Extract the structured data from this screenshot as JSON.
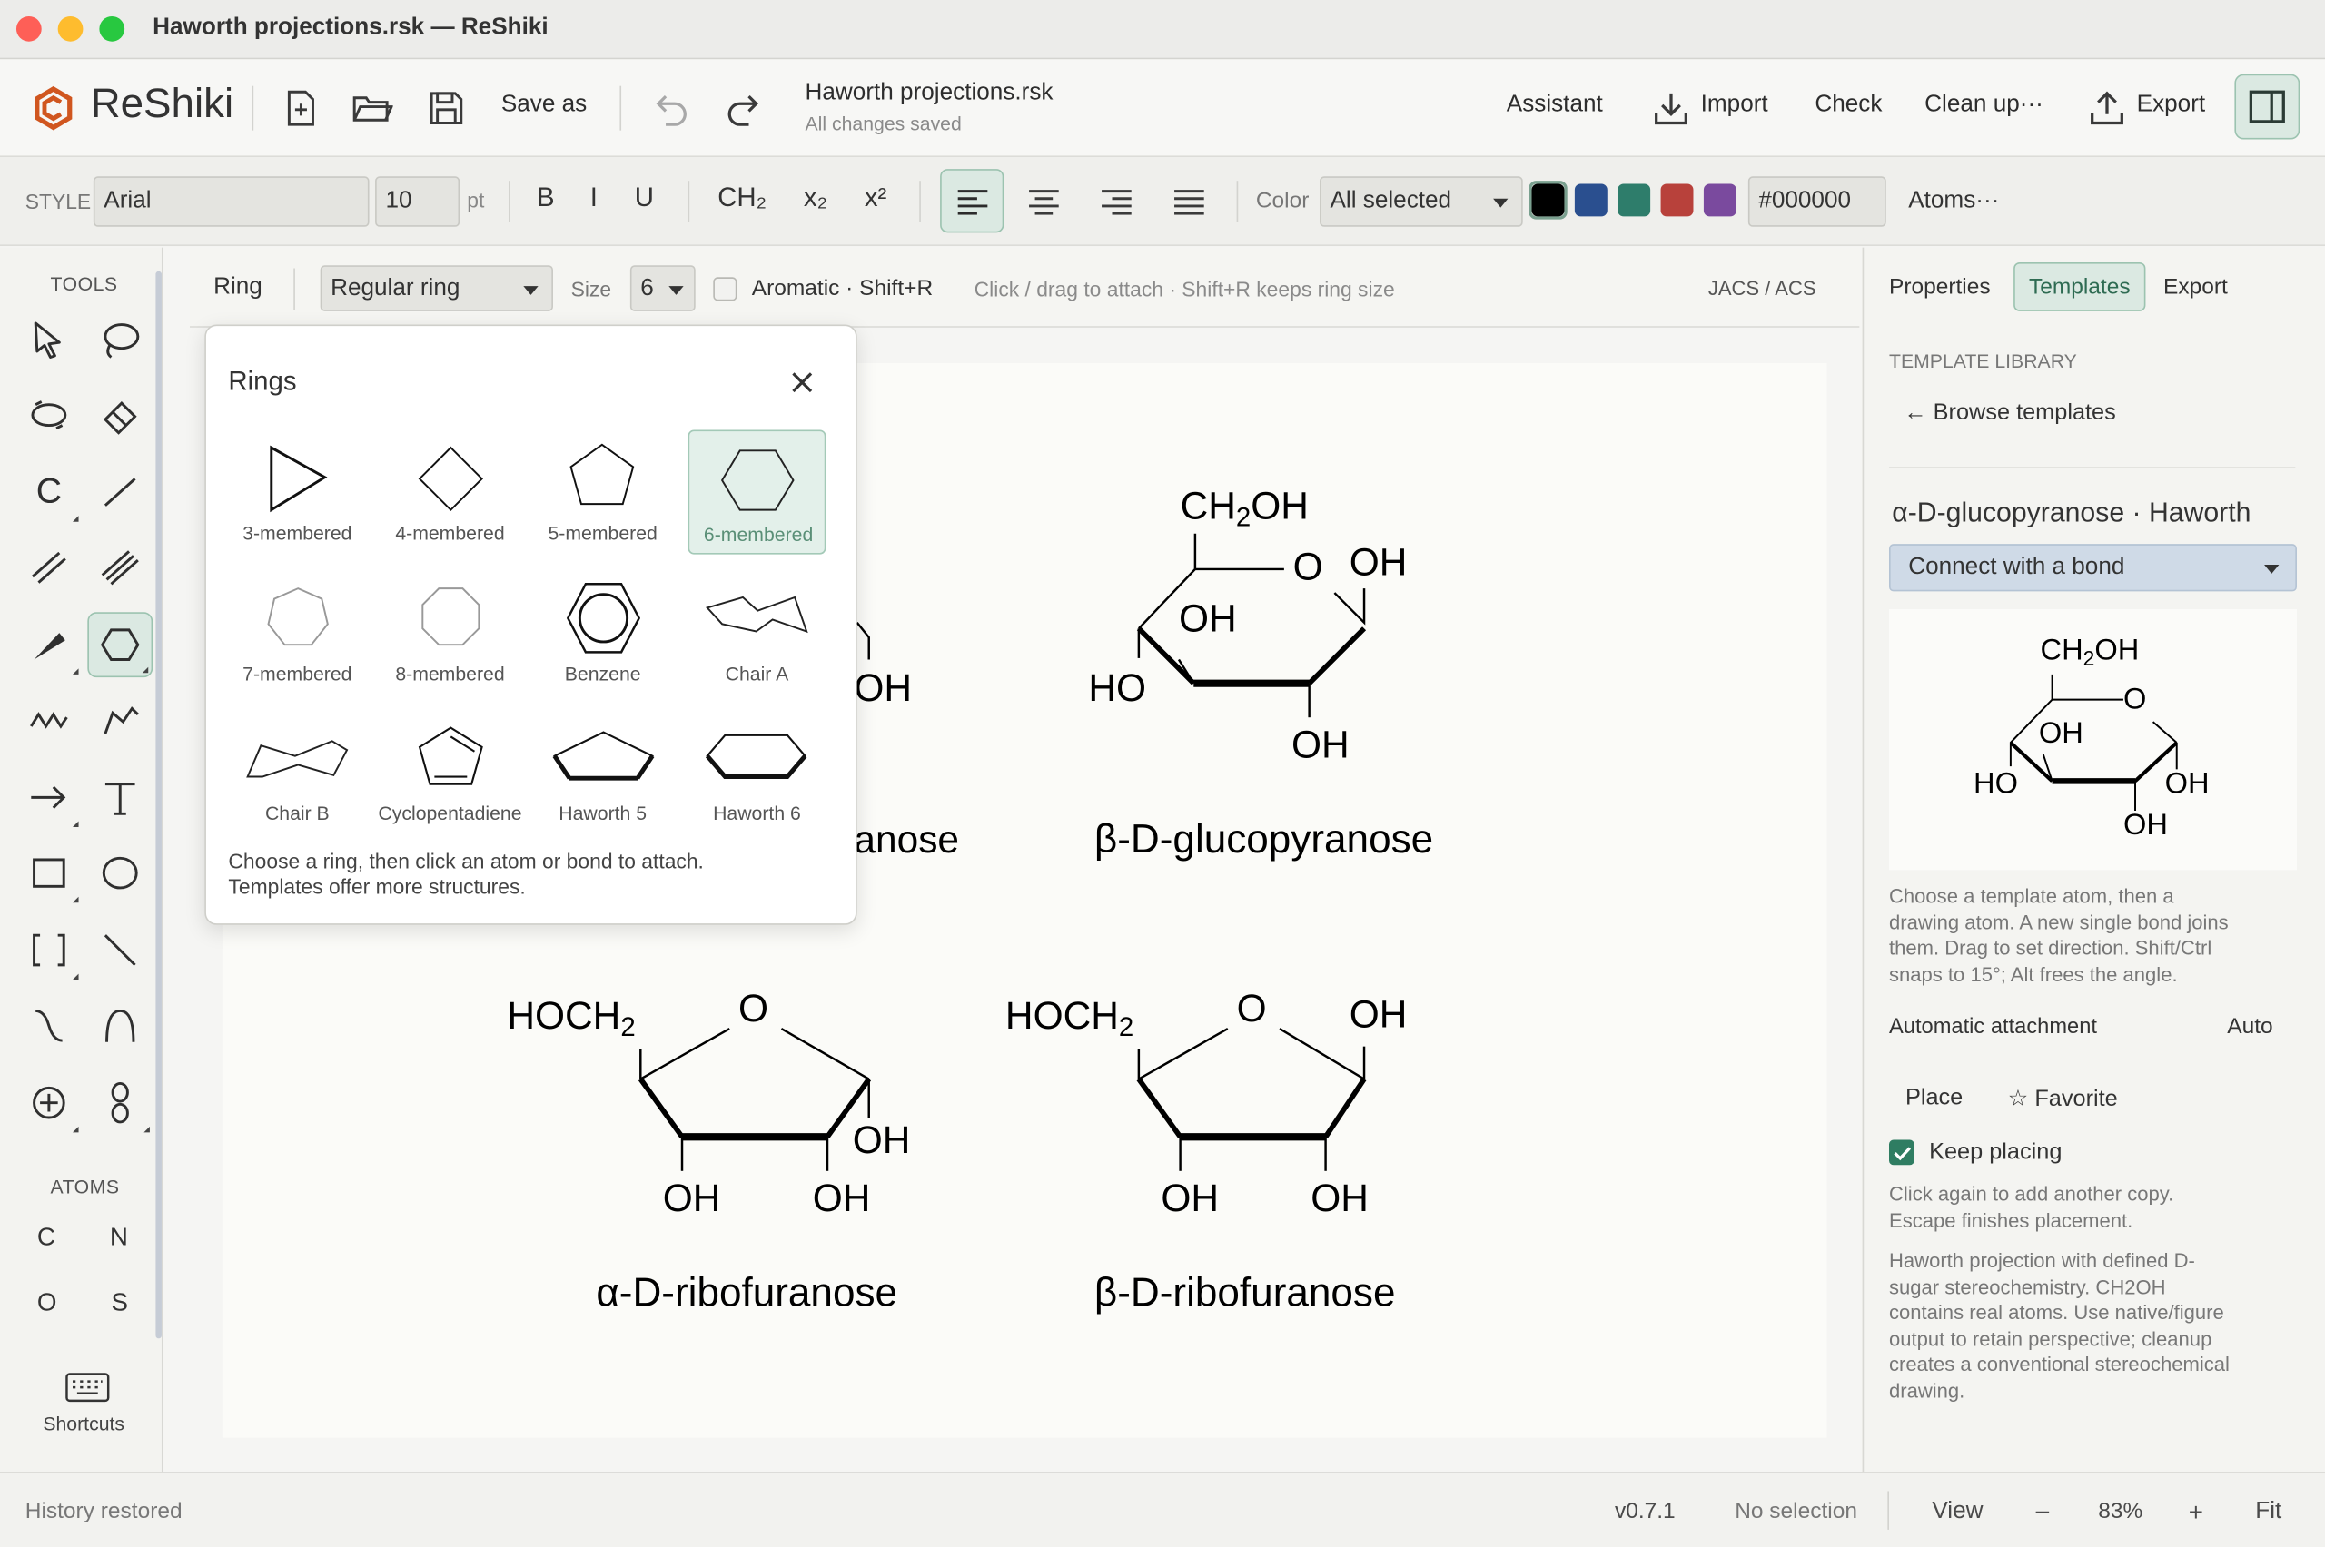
{
  "window": {
    "title": "Haworth projections.rsk — ReShiki"
  },
  "app": {
    "name": "ReShiki",
    "accent": "#d0561f"
  },
  "toolbar": {
    "save_as": "Save as",
    "file_name": "Haworth projections.rsk",
    "save_status": "All changes saved",
    "assistant": "Assistant",
    "import": "Import",
    "check": "Check",
    "cleanup": "Clean up···",
    "export": "Export"
  },
  "style": {
    "label": "STYLE",
    "font": "Arial",
    "size": "10",
    "unit": "pt",
    "bold": "B",
    "italic": "I",
    "underline": "U",
    "ch2": "CH₂",
    "subscript": "x₂",
    "superscript": "x²",
    "color_label": "Color",
    "color_scope": "All selected",
    "hex": "#000000",
    "atoms": "Atoms···",
    "swatches": [
      "#000000",
      "#2a4f8f",
      "#2e7d6b",
      "#b8413b",
      "#7a4a9e"
    ]
  },
  "tools": {
    "title": "TOOLS",
    "atoms_title": "ATOMS",
    "atoms": [
      "C",
      "N",
      "O",
      "S"
    ],
    "shortcuts": "Shortcuts"
  },
  "ringbar": {
    "label": "Ring",
    "type": "Regular ring",
    "size_label": "Size",
    "size": "6",
    "aromatic": "Aromatic · Shift+R",
    "hint": "Click / drag to attach · Shift+R keeps ring size",
    "style": "JACS / ACS"
  },
  "popup": {
    "title": "Rings",
    "items": [
      "3-membered",
      "4-membered",
      "5-membered",
      "6-membered",
      "7-membered",
      "8-membered",
      "Benzene",
      "Chair A",
      "Chair B",
      "Cyclopentadiene",
      "Haworth 5",
      "Haworth 6"
    ],
    "selected": "6-membered",
    "help1": "Choose a ring, then click an atom or bond to attach.",
    "help2": "Templates offer more structures."
  },
  "canvas": {
    "m1": {
      "oh": "OH",
      "name": "anose"
    },
    "m2": {
      "ch2oh": "CH2OH",
      "o": "O",
      "oh_top": "OH",
      "oh_mid": "OH",
      "ho": "HO",
      "oh_bot": "OH",
      "name": "β-D-glucopyranose"
    },
    "m3": {
      "hoch2": "HOCH2",
      "o": "O",
      "oh_r": "OH",
      "oh_b1": "OH",
      "oh_b2": "OH",
      "name": "α-D-ribofuranose"
    },
    "m4": {
      "hoch2": "HOCH2",
      "o": "O",
      "oh_tr": "OH",
      "oh_b1": "OH",
      "oh_b2": "OH",
      "name": "β-D-ribofuranose"
    }
  },
  "rpanel": {
    "tabs": [
      "Properties",
      "Templates",
      "Export"
    ],
    "active_tab": "Templates",
    "library": "TEMPLATE LIBRARY",
    "browse": "← Browse templates",
    "template_name": "α-D-glucopyranose · Haworth",
    "connect": "Connect with a bond",
    "preview": {
      "ch2oh": "CH2OH",
      "o": "O",
      "oh_mid": "OH",
      "ho": "HO",
      "oh_r": "OH",
      "oh_b": "OH"
    },
    "desc1": [
      "Choose a template atom, then a",
      "drawing atom. A new single bond joins",
      "them. Drag to set direction. Shift/Ctrl",
      "snaps to 15°; Alt frees the angle."
    ],
    "auto_label": "Automatic attachment",
    "auto_value": "Auto",
    "place": "Place",
    "favorite": "☆ Favorite",
    "keep": "Keep placing",
    "keep_checked": true,
    "desc2": [
      "Click again to add another copy.",
      "Escape finishes placement."
    ],
    "desc3": [
      "Haworth projection with defined D-",
      "sugar stereochemistry. CH2OH",
      "contains real atoms. Use native/figure",
      "output to retain perspective; cleanup",
      "creates a conventional stereochemical",
      "drawing."
    ]
  },
  "status": {
    "left": "History restored",
    "version": "v0.7.1",
    "selection": "No selection",
    "view": "View",
    "minus": "–",
    "zoom": "83%",
    "plus": "+",
    "fit": "Fit"
  }
}
